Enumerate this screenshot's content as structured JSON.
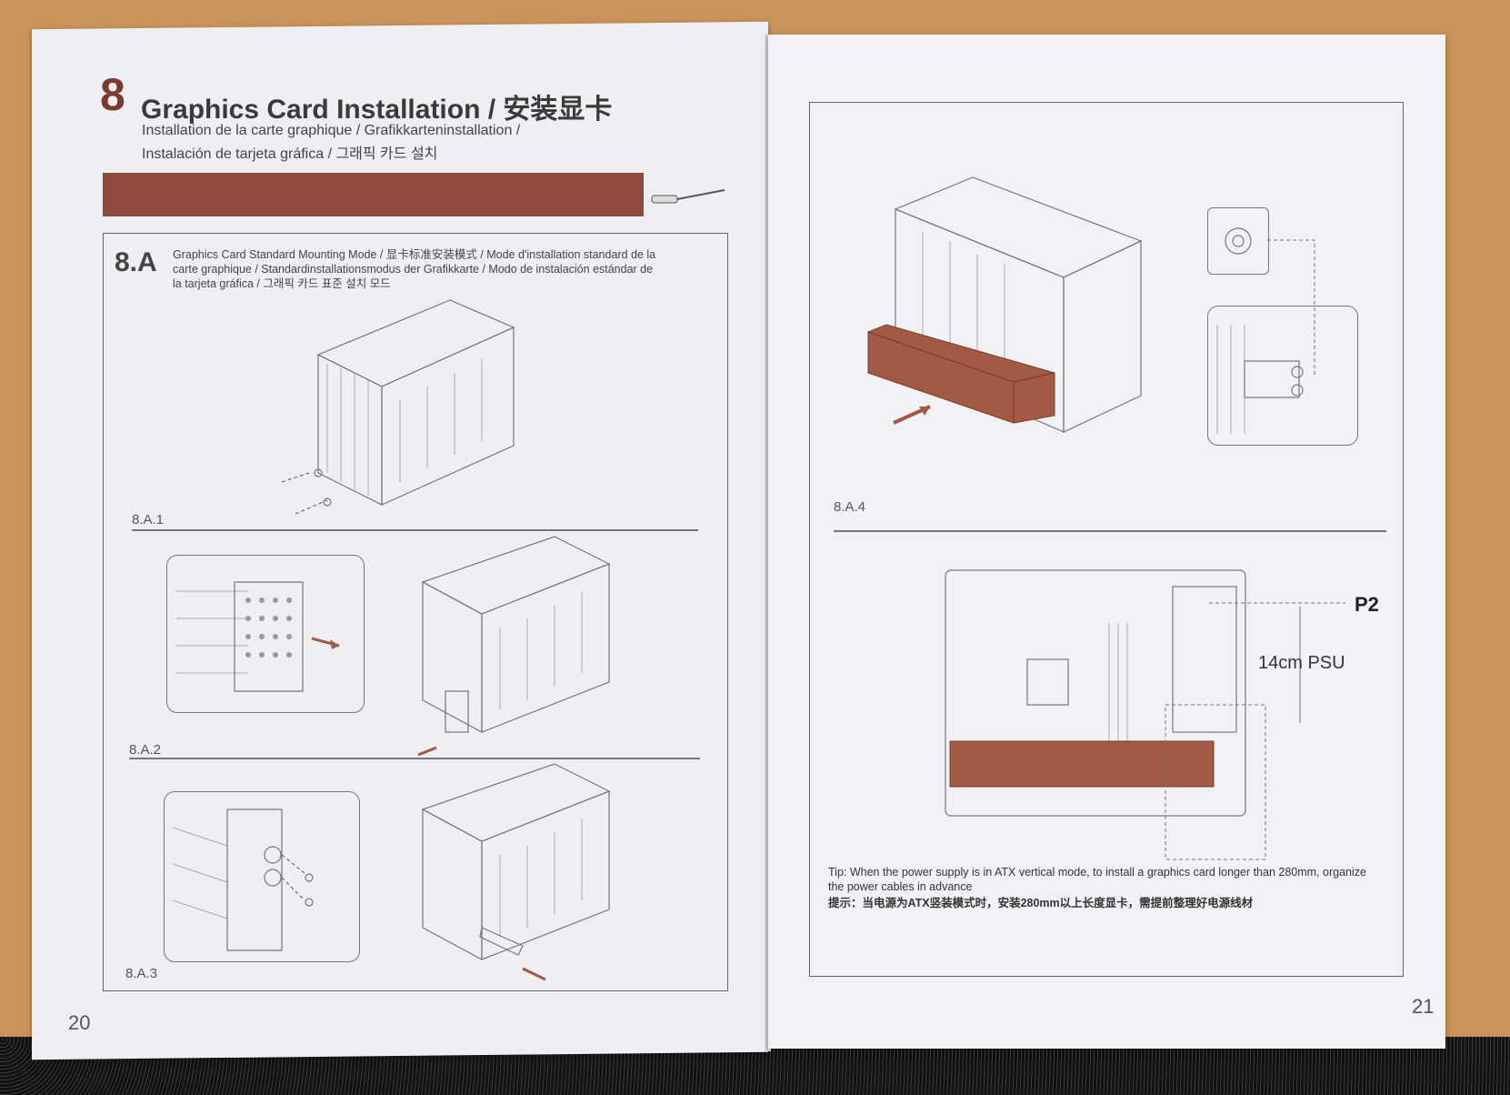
{
  "left_page": {
    "section_number": "8",
    "title": "Graphics Card Installation / 安装显卡",
    "subtitle_line1": "Installation de la carte graphique / Grafikkarteninstallation /",
    "subtitle_line2": "Instalación de tarjeta gráfica / 그래픽 카드 설치",
    "subsection_label": "8.A",
    "subsection_desc_line1": "Graphics Card Standard Mounting Mode / 显卡标准安装模式 / Mode d'installation standard de la",
    "subsection_desc_line2": "carte graphique / Standardinstallationsmodus der Grafikkarte / Modo de instalación estándar de",
    "subsection_desc_line3": "la tarjeta gráfica / 그래픽 카드 표준 설치 모드",
    "steps": [
      "8.A.1",
      "8.A.2",
      "8.A.3"
    ],
    "page_number": "20"
  },
  "right_page": {
    "step": "8.A.4",
    "label_p2": "P2",
    "label_psu": "14cm PSU",
    "tip_en_line1": "Tip: When the power supply is in ATX vertical mode, to install a graphics card longer than 280mm, organize",
    "tip_en_line2": "the power cables in advance",
    "tip_cn": "提示：当电源为ATX竖装模式时，安装280mm以上长度显卡，需提前整理好电源线材",
    "page_number": "21"
  },
  "colors": {
    "accent": "#8e4a3a",
    "page": "#eeeef3",
    "background": "#c9935a"
  },
  "icons": [
    "screwdriver-icon",
    "arrow-icon",
    "screw-icon",
    "thumbscrew-icon"
  ]
}
